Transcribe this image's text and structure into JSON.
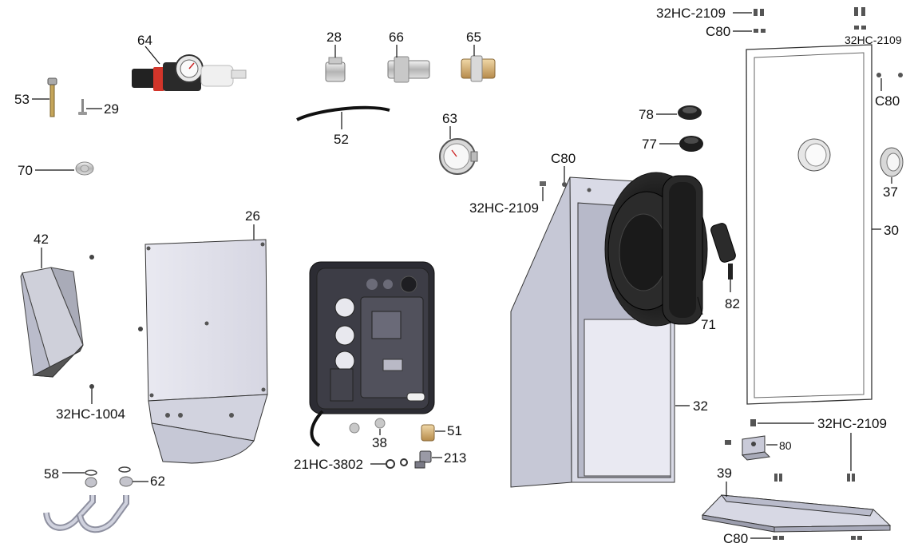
{
  "labels": {
    "p64": "64",
    "p28": "28",
    "p66": "66",
    "p65": "65",
    "p53": "53",
    "p29": "29",
    "p52": "52",
    "p63": "63",
    "p70": "70",
    "p78": "78",
    "p77": "77",
    "c80_a": "C80",
    "hc2109_a": "32HC-2109",
    "p42": "42",
    "p26": "26",
    "hc1004": "32HC-1004",
    "p82": "82",
    "p71": "71",
    "p30": "30",
    "p37": "37",
    "c80_b": "C80",
    "hc2109_top": "32HC-2109",
    "c80_top": "C80",
    "hc2109_top_r": "32HC-2109",
    "p32": "32",
    "p51": "51",
    "p38": "38",
    "hc3802": "21HC-3802",
    "p213": "213",
    "p58": "58",
    "p62": "62",
    "hc2109_b": "32HC-2109",
    "p80": "80",
    "p39": "39",
    "c80_c": "C80"
  }
}
